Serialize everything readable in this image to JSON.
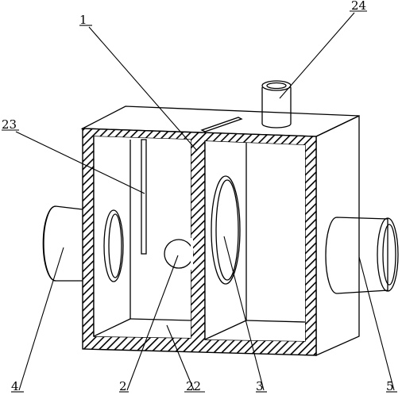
{
  "labels": [
    {
      "id": "label-1",
      "text": "1"
    },
    {
      "id": "label-2",
      "text": "2"
    },
    {
      "id": "label-3",
      "text": "3"
    },
    {
      "id": "label-4",
      "text": "4"
    },
    {
      "id": "label-5",
      "text": "5"
    },
    {
      "id": "label-22",
      "text": "22"
    },
    {
      "id": "label-23",
      "text": "23"
    },
    {
      "id": "label-24",
      "text": "24"
    }
  ]
}
